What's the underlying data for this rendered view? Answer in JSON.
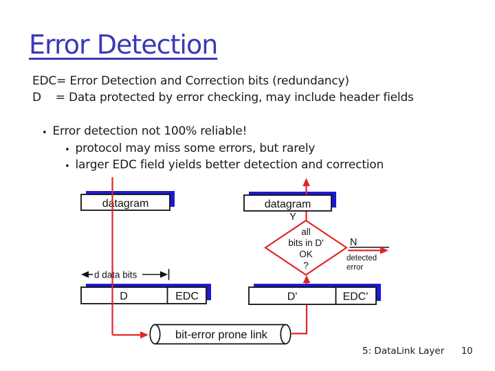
{
  "slide": {
    "title": "Error Detection",
    "definitions": [
      "EDC= Error Detection and Correction bits (redundancy)",
      "D    = Data protected by error checking, may include header fields"
    ],
    "bullets": [
      {
        "marker": "•",
        "text": "Error detection not 100% reliable!"
      },
      {
        "marker": "•",
        "text": "protocol may miss some errors, but rarely"
      },
      {
        "marker": "•",
        "text": "larger EDC field yields better detection and correction"
      }
    ],
    "footer": {
      "label": "5: DataLink Layer",
      "page": "10"
    }
  },
  "diagram": {
    "sender_datagram_label": "datagram",
    "receiver_datagram_label": "datagram",
    "d_data_bits_label": "d data bits",
    "d_field_label": "D",
    "edc_field_label": "EDC",
    "d_prime_field_label": "D'",
    "edc_prime_field_label": "EDC'",
    "decision_line_1": "all",
    "decision_line_2": "bits in D'",
    "decision_line_3": "OK",
    "decision_line_4": "?",
    "yes_label": "Y",
    "no_label": "N",
    "detected_line_1": "detected",
    "detected_line_2": "error",
    "link_label": "bit-error prone link"
  },
  "colors": {
    "title_blue": "#3939b8",
    "box_shadow_blue": "#1b1bd1",
    "flow_red": "#e22424",
    "text_black": "#1a1a1a"
  }
}
